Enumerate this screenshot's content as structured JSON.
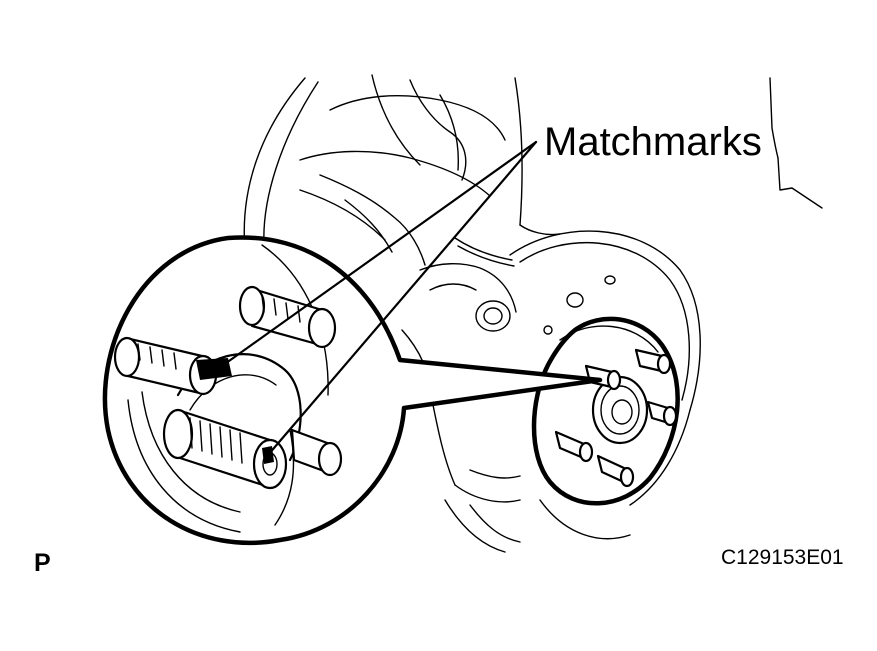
{
  "diagram": {
    "callout_label": "Matchmarks",
    "view_code": "P",
    "figure_id": "C129153E01"
  },
  "colors": {
    "line": "#000000",
    "background": "#ffffff"
  },
  "icons": [
    "matchmark-block",
    "hub-bolt",
    "axle-hub",
    "knuckle-assembly",
    "magnifier-circle"
  ]
}
